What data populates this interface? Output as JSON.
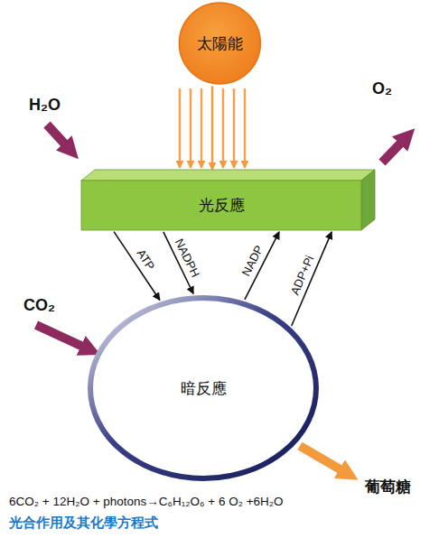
{
  "diagram": {
    "caption": "光合作用及其化學方程式",
    "nodes": [
      {
        "text": [
          "太陽能"
        ]
      },
      {
        "text": [
          "光反應"
        ]
      },
      {
        "text": [
          "暗反應"
        ]
      }
    ],
    "edges": [
      {
        "from": 0,
        "to": 1,
        "arrow": "to"
      },
      {
        "from": 1,
        "to": 2,
        "label": "ATP",
        "arrow": "to"
      },
      {
        "from": 1,
        "to": 2,
        "label": "NADPH",
        "arrow": "to"
      },
      {
        "from": 2,
        "to": 1,
        "label": "NADP",
        "arrow": "to"
      },
      {
        "from": 2,
        "to": 1,
        "label": "ADP+Pi",
        "arrow": "to"
      }
    ],
    "labels": [
      "H₂O",
      "O₂",
      "CO₂",
      "葡萄糖",
      "6CO₂ + 12H₂O + photons→C₆H₁₂O₆ + 6 O₂ +6H₂O"
    ]
  }
}
